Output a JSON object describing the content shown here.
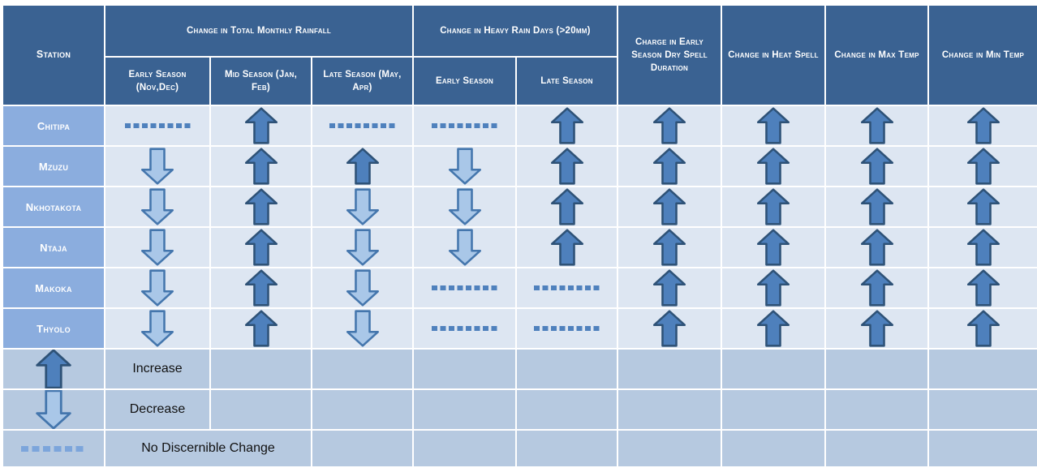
{
  "palette": {
    "header_bg": "#3a6292",
    "header_text": "#ffffff",
    "station_bg": "#8badde",
    "data_bg": "#dde6f2",
    "legend_bg": "#b6c9e0",
    "up_fill": "#4e80bc",
    "up_stroke": "#2e5277",
    "down_fill": "#a9c7e8",
    "down_stroke": "#4476ad",
    "dash_color": "#4f81bd",
    "legend_dash_color": "#7ca5db",
    "bottom_bar": "#3a6292"
  },
  "header": {
    "station": "Station",
    "group_rainfall": "Change in Total Monthly Rainfall",
    "group_heavy_rain": "Change in Heavy Rain Days (>20mm)",
    "sub_rainfall_early": "Early Season (Nov,Dec)",
    "sub_rainfall_mid": "Mid Season (Jan, Feb)",
    "sub_rainfall_late": "Late Season (May, Apr)",
    "sub_heavy_early": "Early Season",
    "sub_heavy_late": "Late Season",
    "dry_spell": "Charge in Early Season Dry Spell Duration",
    "heat_spell": "Change in Heat Spell",
    "max_temp": "Change in Max Temp",
    "min_temp": "Change in Min Temp"
  },
  "legend": {
    "items": [
      {
        "value": "increase",
        "label": "Increase"
      },
      {
        "value": "decrease",
        "label": "Decrease"
      },
      {
        "value": "no-change",
        "label": "No Discernible Change"
      }
    ]
  },
  "chart_data": {
    "type": "table",
    "title": "Observed climate trends by station",
    "columns": [
      "Station",
      "Change in Total Monthly Rainfall - Early Season (Nov,Dec)",
      "Change in Total Monthly Rainfall - Mid Season (Jan, Feb)",
      "Change in Total Monthly Rainfall - Late Season (May, Apr)",
      "Change in Heavy Rain Days (>20mm) - Early Season",
      "Change in Heavy Rain Days (>20mm) - Late Season",
      "Charge in Early Season Dry Spell Duration",
      "Change in Heat Spell",
      "Change in Max Temp",
      "Change in Min Temp"
    ],
    "cell_encoding": "increase = up arrow, decrease = down arrow, no-change = dashed line",
    "rows": [
      {
        "station": "Chitipa",
        "values": [
          "no-change",
          "increase",
          "no-change",
          "no-change",
          "increase",
          "increase",
          "increase",
          "increase",
          "increase"
        ]
      },
      {
        "station": "Mzuzu",
        "values": [
          "decrease",
          "increase",
          "increase",
          "decrease",
          "increase",
          "increase",
          "increase",
          "increase",
          "increase"
        ]
      },
      {
        "station": "Nkhotakota",
        "values": [
          "decrease",
          "increase",
          "decrease",
          "decrease",
          "increase",
          "increase",
          "increase",
          "increase",
          "increase"
        ]
      },
      {
        "station": "Ntaja",
        "values": [
          "decrease",
          "increase",
          "decrease",
          "decrease",
          "increase",
          "increase",
          "increase",
          "increase",
          "increase"
        ]
      },
      {
        "station": "Makoka",
        "values": [
          "decrease",
          "increase",
          "decrease",
          "no-change",
          "no-change",
          "increase",
          "increase",
          "increase",
          "increase"
        ]
      },
      {
        "station": "Thyolo",
        "values": [
          "decrease",
          "increase",
          "decrease",
          "no-change",
          "no-change",
          "increase",
          "increase",
          "increase",
          "increase"
        ]
      }
    ]
  }
}
